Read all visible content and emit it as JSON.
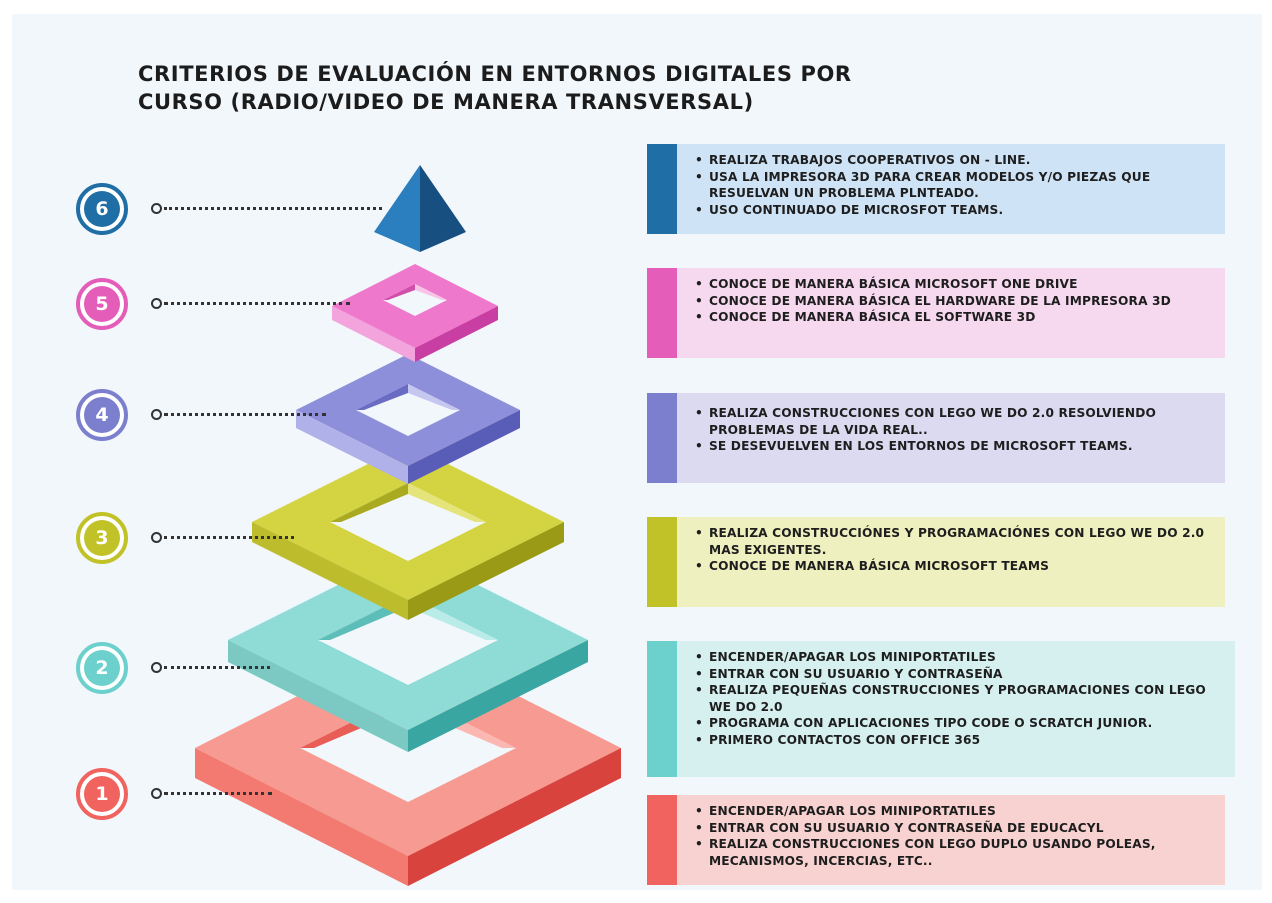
{
  "title": {
    "line1": "CRITERIOS DE EVALUACIÓN EN ENTORNOS DIGITALES POR",
    "line2": "CURSO (RADIO/VIDEO DE MANERA TRANSVERSAL)"
  },
  "levels": [
    {
      "number": "6",
      "color": "#1f6ea6",
      "card_color": "#cfe3f6",
      "items": [
        "REALIZA  TRABAJOS COOPERATIVOS ON - LINE.",
        "USA LA IMPRESORA 3D PARA CREAR MODELOS Y/O PIEZAS QUE  RESUELVAN UN PROBLEMA PLNTEADO.",
        "USO CONTINUADO DE MICROSFOT TEAMS."
      ]
    },
    {
      "number": "5",
      "color": "#e45db8",
      "card_color": "#f6d9ef",
      "items": [
        "CONOCE DE MANERA BÁSICA MICROSOFT ONE DRIVE",
        "CONOCE DE MANERA BÁSICA EL HARDWARE DE LA IMPRESORA 3D",
        "CONOCE DE MANERA BÁSICA EL SOFTWARE 3D"
      ]
    },
    {
      "number": "4",
      "color": "#7b7fce",
      "card_color": "#dcdaf1",
      "items": [
        "REALIZA CONSTRUCCIONES CON LEGO WE DO 2.0 RESOLVIENDO PROBLEMAS DE LA VIDA REAL..",
        "SE DESEVUELVEN EN LOS ENTORNOS DE MICROSOFT TEAMS."
      ]
    },
    {
      "number": "3",
      "color": "#c1c228",
      "card_color": "#eef0bf",
      "items": [
        "REALIZA CONSTRUCCIÓNES Y PROGRAMACIÓNES CON LEGO WE DO 2.0 MAS EXIGENTES.",
        "CONOCE DE MANERA BÁSICA MICROSOFT TEAMS"
      ]
    },
    {
      "number": "2",
      "color": "#6cd0cc",
      "card_color": "#d6efef",
      "items": [
        "ENCENDER/APAGAR LOS MINIPORTATILES",
        "ENTRAR CON SU USUARIO Y CONTRASEÑA",
        "REALIZA PEQUEÑAS CONSTRUCCIONES Y PROGRAMACIONES CON LEGO WE DO 2.0",
        "PROGRAMA CON APLICACIONES TIPO CODE O SCRATCH JUNIOR.",
        "PRIMERO CONTACTOS CON OFFICE 365"
      ]
    },
    {
      "number": "1",
      "color": "#f0635f",
      "card_color": "#f7d2d0",
      "items": [
        "ENCENDER/APAGAR LOS MINIPORTATILES",
        "ENTRAR CON SU USUARIO Y CONTRASEÑA DE EDUCACYL",
        "REALIZA CONSTRUCCIONES CON LEGO DUPLO USANDO POLEAS, MECANISMOS, INCERCIAS, ETC.."
      ]
    }
  ]
}
